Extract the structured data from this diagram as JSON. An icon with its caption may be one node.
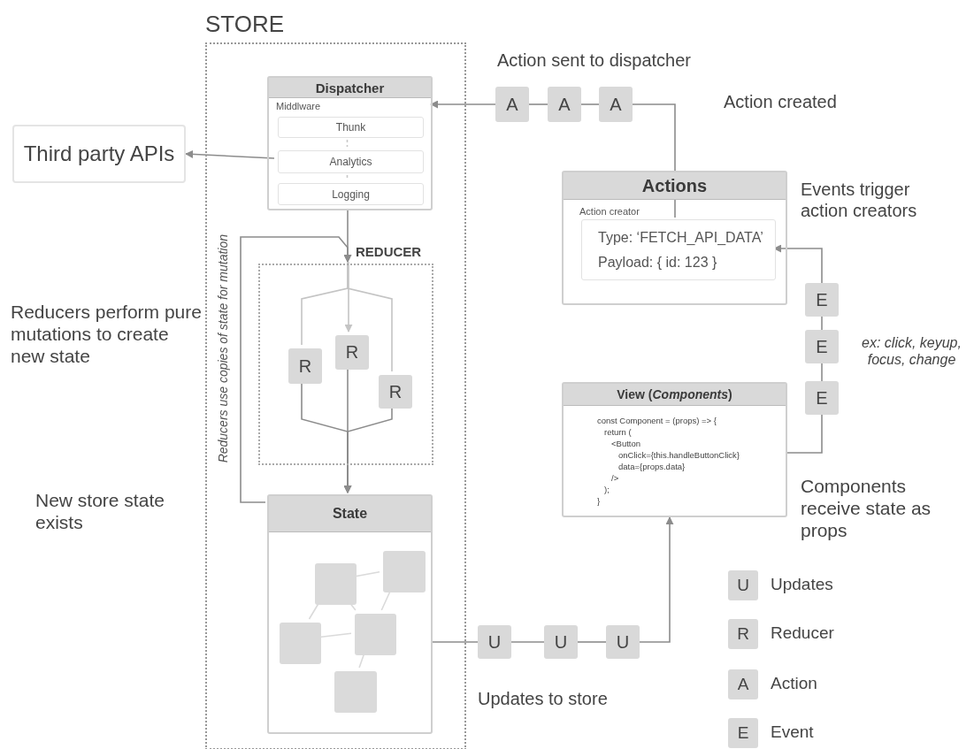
{
  "diagram": {
    "nodes": [
      {
        "text": [
          "STORE"
        ]
      },
      {
        "text": [
          "Dispatcher",
          "Middlware"
        ],
        "in": 0
      },
      {
        "text": [
          "Thunk"
        ],
        "in": 1
      },
      {
        "text": [
          "Analytics"
        ],
        "in": 1
      },
      {
        "text": [
          "Logging"
        ],
        "in": 1
      },
      {
        "text": [
          "Third party APIs"
        ]
      },
      {
        "text": [
          "REDUCER"
        ],
        "in": 0
      },
      {
        "text": [
          "R"
        ],
        "in": 6
      },
      {
        "text": [
          "R"
        ],
        "in": 6
      },
      {
        "text": [
          "R"
        ],
        "in": 6
      },
      {
        "text": [
          "State"
        ],
        "in": 0
      },
      {
        "text": [],
        "shape": "box",
        "in": 10
      },
      {
        "text": [],
        "shape": "box",
        "in": 10
      },
      {
        "text": [],
        "shape": "box",
        "in": 10
      },
      {
        "text": [],
        "shape": "box",
        "in": 10
      },
      {
        "text": [],
        "shape": "box",
        "in": 10
      },
      {
        "text": [
          "A"
        ]
      },
      {
        "text": [
          "A"
        ]
      },
      {
        "text": [
          "A"
        ]
      },
      {
        "text": [
          "Actions",
          "Action creator"
        ]
      },
      {
        "text": [
          "Type: ‘FETCH_API_DATA’",
          "Payload: { id: 123 }"
        ],
        "in": 19
      },
      {
        "text": [
          "E"
        ]
      },
      {
        "text": [
          "E"
        ]
      },
      {
        "text": [
          "E"
        ]
      },
      {
        "text": [
          "View (*Components*)",
          "const Component = (props) => {",
          "return (",
          "<Button",
          "onClick={this.handleButtonClick}",
          "data={props.data}",
          "/>",
          ");",
          "}"
        ]
      },
      {
        "text": [
          "U"
        ]
      },
      {
        "text": [
          "U"
        ]
      },
      {
        "text": [
          "U"
        ]
      },
      {
        "text": [
          "U"
        ],
        "beside": [
          "Updates"
        ]
      },
      {
        "text": [
          "R"
        ],
        "beside": [
          "Reducer"
        ]
      },
      {
        "text": [
          "A"
        ],
        "beside": [
          "Action"
        ]
      },
      {
        "text": [
          "E"
        ],
        "beside": [
          "Event"
        ]
      }
    ],
    "edges": [
      {
        "from": 3,
        "to": 5,
        "arrow": "to"
      },
      {
        "from": 2,
        "to": 3,
        "arrow": "none",
        "style": "dashed",
        "color": "#c8c8c8"
      },
      {
        "from": 3,
        "to": 4,
        "arrow": "none",
        "style": "dashed",
        "color": "#c8c8c8"
      },
      {
        "from": 1,
        "to": 6,
        "arrow": "to"
      },
      {
        "from": 10,
        "to": 6,
        "arrow": "to"
      },
      {
        "from": 6,
        "to": 7,
        "arrow": "other",
        "color": "#c4c4c4"
      },
      {
        "from": 6,
        "to": 8,
        "arrow": "to",
        "color": "#c4c4c4"
      },
      {
        "from": 6,
        "to": 9,
        "arrow": "other",
        "color": "#c4c4c4"
      },
      {
        "from": 7,
        "to": 10,
        "arrow": "to"
      },
      {
        "from": 8,
        "to": 10,
        "arrow": "to"
      },
      {
        "from": 9,
        "to": 10,
        "arrow": "to"
      },
      {
        "from": 20,
        "to": 18,
        "arrow": "none"
      },
      {
        "from": 18,
        "to": 17,
        "arrow": "none"
      },
      {
        "from": 17,
        "to": 16,
        "arrow": "none"
      },
      {
        "from": 16,
        "to": 1,
        "arrow": "to"
      },
      {
        "from": 24,
        "to": 23,
        "arrow": "none"
      },
      {
        "from": 23,
        "to": 22,
        "arrow": "none"
      },
      {
        "from": 22,
        "to": 21,
        "arrow": "none"
      },
      {
        "from": 21,
        "to": 20,
        "arrow": "to"
      },
      {
        "from": 10,
        "to": 25,
        "arrow": "none"
      },
      {
        "from": 25,
        "to": 26,
        "arrow": "none"
      },
      {
        "from": 26,
        "to": 27,
        "arrow": "none"
      },
      {
        "from": 27,
        "to": 24,
        "arrow": "to"
      },
      {
        "from": 12,
        "to": 11,
        "arrow": "none",
        "color": "#dadada"
      },
      {
        "from": 12,
        "to": 14,
        "arrow": "none",
        "color": "#dadada"
      },
      {
        "from": 12,
        "to": 13,
        "arrow": "none",
        "color": "#dadada"
      },
      {
        "from": 11,
        "to": 13,
        "arrow": "none",
        "color": "#dadada"
      },
      {
        "from": 14,
        "to": 13,
        "arrow": "none",
        "color": "#dadada"
      },
      {
        "from": 13,
        "to": 15,
        "arrow": "none",
        "color": "#dadada"
      }
    ],
    "labels": [
      "Action sent to dispatcher",
      "Action created",
      "Events trigger action creators",
      "ex: click, keyup, focus, change",
      "Reducers perform pure mutations to create new state",
      "Reducers use copies of state for mutation",
      "New store state exists",
      "Components receive state as props",
      "Updates to store"
    ]
  }
}
